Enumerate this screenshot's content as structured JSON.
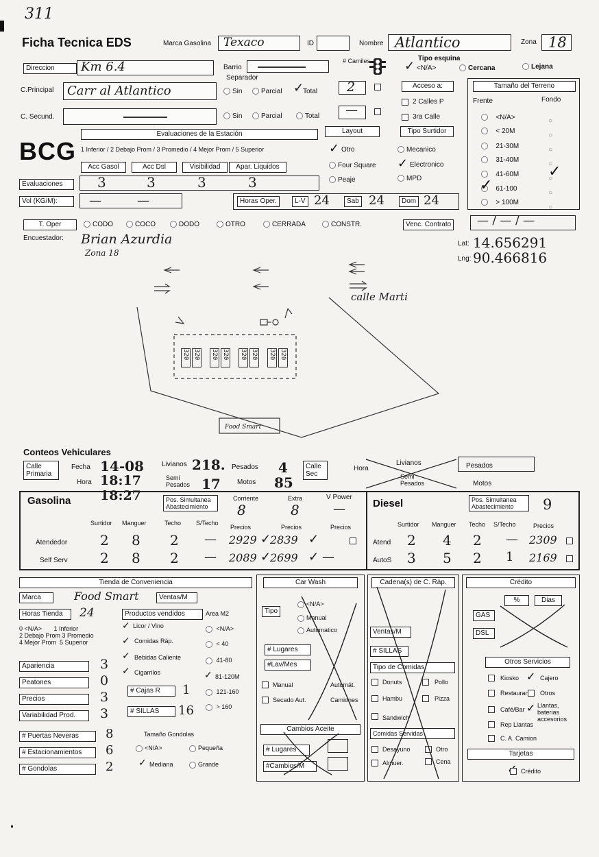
{
  "page_number": "311",
  "header": {
    "title": "Ficha Tecnica EDS",
    "marca_label": "Marca Gasolina",
    "marca_value": "Texaco",
    "id_label": "ID",
    "nombre_label": "Nombre",
    "nombre_value": "Atlantico",
    "zona_label": "Zona",
    "zona_value": "18",
    "direccion_label": "Direccion",
    "direccion_value": "Km 6.4",
    "barrio_label": "Barrio",
    "camiles_label": "# Camiles",
    "tipo_esquina_label": "Tipo esquina",
    "tipo_esquina_options": [
      "<N/A>",
      "Cercana",
      "Lejana"
    ],
    "cprincipal_label": "C.Principal",
    "cprincipal_value": "Carr al Atlantico",
    "separador_label": "Separador",
    "sep_options": [
      "Sin",
      "Parcial",
      "Total"
    ],
    "camiles_value": "2",
    "acceso_label": "Acceso a:",
    "acceso_options": [
      "2 Calles P",
      "3ra Calle"
    ],
    "csecund_label": "C. Secund.",
    "csecund_value": "—",
    "tamano_label": "Tamaño del Terreno",
    "frente_label": "Frente",
    "fondo_label": "Fondo",
    "tamano_options": [
      "<N/A>",
      "< 20M",
      "21-30M",
      "31-40M",
      "41-60M",
      "61-100",
      "> 100M"
    ]
  },
  "evaluaciones": {
    "title": "Evaluaciones de la Estación",
    "scale": "1 Inferior / 2 Debajo Prom / 3 Promedio / 4 Mejor Prom / 5 Superior",
    "cols": [
      "Acc Gasol",
      "Acc Dsl",
      "Visibilidad",
      "Apar. Liquidos"
    ],
    "row_label": "Evaluaciones",
    "values": [
      "3",
      "3",
      "3",
      "3"
    ],
    "vol_label": "Vol (KG/M):",
    "vol_values": [
      "—",
      "—"
    ],
    "logo": "BCG",
    "layout_label": "Layout",
    "layout_options": [
      "Otro",
      "Four Square",
      "Peaje"
    ],
    "surtidor_label": "Tipo Surtidor",
    "surtidor_options": [
      "Mecanico",
      "Electronico",
      "MPD"
    ],
    "horas_label": "Horas Oper.",
    "lv_label": "L-V",
    "lv_value": "24",
    "sab_label": "Sab",
    "sab_value": "24",
    "dom_label": "Dom",
    "dom_value": "24"
  },
  "toper": {
    "label": "T. Oper",
    "options": [
      "CODO",
      "COCO",
      "DODO",
      "OTRO",
      "CERRADA",
      "CONSTR."
    ],
    "venc_label": "Venc. Contrato",
    "venc_value": "— / — / —"
  },
  "encuestador": {
    "label": "Encuestador:",
    "name": "Brian Azurdia",
    "zona": "Zona 18",
    "lat_label": "Lat:",
    "lat": "14.656291",
    "lng_label": "Lng:",
    "lng": "90.466816"
  },
  "sketch": {
    "street_label": "calle Marti",
    "pumps": [
      "320",
      "320",
      "320",
      "320",
      "320",
      "320",
      "320",
      "320"
    ],
    "store_label": "Food Smart"
  },
  "conteos": {
    "title": "Conteos Vehiculares",
    "calle_primaria": "Calle Primaria",
    "fecha_label": "Fecha",
    "fecha": "14-08",
    "hora_label": "Hora",
    "hora1": "18:17",
    "hora2": "18:27",
    "livianos_label": "Livianos",
    "livianos": "218.",
    "pesados_label": "Pesados",
    "pesados": "4",
    "semi_label": "Semi Pesados",
    "semi": "17",
    "motos_label": "Motos",
    "motos": "85",
    "calle_sec": "Calle Sec",
    "hora_sec_label": "Hora",
    "livianos2": "Livianos",
    "pesados2": "Pesados",
    "semi2": "Semi Pesados",
    "motos2": "Motos"
  },
  "gasolina": {
    "title": "Gasolina",
    "pos_label": "Pos. Simultanea Abastecimiento",
    "corriente_label": "Corriente",
    "corriente": "8",
    "extra_label": "Extra",
    "extra": "8",
    "vpower_label": "V Power",
    "vpower": "—",
    "col_surtidor": "Surtidor",
    "col_manguer": "Manguer",
    "col_techo": "Techo",
    "col_stecho": "S/Techo",
    "col_precios": "Precios",
    "rows": [
      {
        "label": "Atendedor",
        "surtidor": "2",
        "manguer": "8",
        "techo": "2",
        "stecho": "—",
        "p1": "2929",
        "p2": "2839",
        "p3": ""
      },
      {
        "label": "Self Serv",
        "surtidor": "2",
        "manguer": "8",
        "techo": "2",
        "stecho": "—",
        "p1": "2089",
        "p2": "2699",
        "p3": "—"
      }
    ]
  },
  "diesel": {
    "title": "Diesel",
    "pos_label": "Pos. Simultanea Abastecimiento",
    "pos_value": "9",
    "col_surtidor": "Surtidor",
    "col_manguer": "Manguer",
    "col_techo": "Techo",
    "col_stecho": "S/Techo",
    "col_precios": "Precios",
    "rows": [
      {
        "label": "Atend",
        "surtidor": "2",
        "manguer": "4",
        "techo": "2",
        "stecho": "—",
        "precio": "2309"
      },
      {
        "label": "AutoS",
        "surtidor": "3",
        "manguer": "5",
        "techo": "2",
        "stecho": "1",
        "precio": "2169"
      }
    ]
  },
  "tienda": {
    "title": "Tienda de Conveniencia",
    "marca_label": "Marca",
    "marca_value": "Food Smart",
    "ventas_label": "Ventas/M",
    "horas_label": "Horas Tienda",
    "horas_value": "24",
    "productos_label": "Productos vendidos",
    "productos": [
      "Licor / Vino",
      "Comidas Ráp.",
      "Bebidas Caliente",
      "Cigarrilos"
    ],
    "area_label": "Area M2",
    "area_options": [
      "<N/A>",
      "< 40",
      "41-80",
      "81-120M",
      "121-160",
      "> 160"
    ],
    "scale": [
      "0 <N/A>",
      "1 Inferior",
      "2 Debajo Prom",
      "3 Promedio",
      "4 Mejor Prom",
      "5 Superior"
    ],
    "apariencia_label": "Apariencia",
    "apariencia": "3",
    "peatones_label": "Peatones",
    "peatones": "0",
    "precios_label": "Precios",
    "precios": "3",
    "variabilidad_label": "Variabilidad Prod.",
    "variabilidad": "3",
    "cajas_label": "# Cajas R",
    "cajas": "1",
    "sillas_label": "# SILLAS",
    "sillas": "16",
    "puertas_label": "# Puertas Neveras",
    "puertas": "8",
    "estac_label": "# Estacionamientos",
    "estac": "6",
    "gondolas_label": "# Gondolas",
    "gondolas": "2",
    "tamano_gondolas_label": "Tamaño Gondolas",
    "tamano_gondolas_options": [
      "<N/A>",
      "Pequeña",
      "Mediana",
      "Grande"
    ]
  },
  "carwash": {
    "title": "Car Wash",
    "tipo_label": "Tipo",
    "tipo_options": [
      "<N/A>",
      "Manual",
      "Automatico"
    ],
    "lugares_label": "# Lugares",
    "lavmes_label": "#Lav/Mes",
    "options": [
      "Manual",
      "Automát.",
      "Secado Aut.",
      "Camiones"
    ],
    "aceite_title": "Cambios Aceite",
    "aceite_lugares": "# Lugares",
    "aceite_cambios": "#Cambios/M"
  },
  "cadena": {
    "title": "Cadena(s) de C. Ráp.",
    "ventas_label": "Ventas/M",
    "sillas_label": "# SILLAS",
    "tipo_label": "Tipo de Comidas",
    "tipo_options": [
      "Donuts",
      "Pollo",
      "Hambu",
      "Pizza",
      "Sandwich"
    ],
    "servidas_label": "Comidas Servidas",
    "servidas_options": [
      "Desayuno",
      "Otro",
      "Almuer.",
      "Cena"
    ]
  },
  "credito": {
    "title": "Crédito",
    "pct_label": "%",
    "dias_label": "Dias",
    "gas_label": "GAS",
    "dsl_label": "DSL",
    "otros_title": "Otros Servicios",
    "otros": [
      "Kiosko",
      "Cajero",
      "Restauran",
      "Otros",
      "Café/Bar",
      "Llantas, baterias accesorios",
      "Rep Llantas",
      "C. A. Camion"
    ],
    "tarjetas_label": "Tarjetas",
    "tarjeta_credito": "Crédito"
  }
}
